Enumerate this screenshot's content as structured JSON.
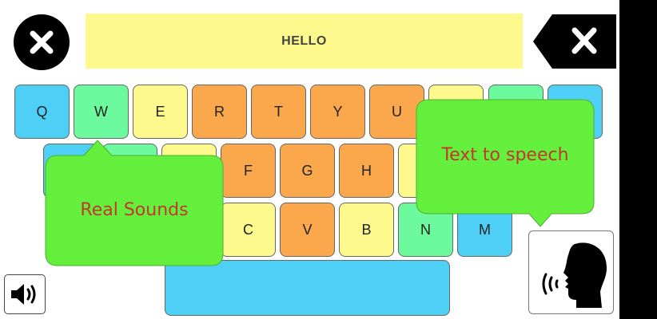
{
  "display": {
    "text": "HELLO"
  },
  "icons": {
    "clear": "close-circle-icon",
    "backspace": "backspace-icon",
    "sound": "speaker-icon",
    "speech": "speaking-head-icon"
  },
  "keyboard": {
    "row1": [
      {
        "label": "Q",
        "color": "#4dcff6"
      },
      {
        "label": "W",
        "color": "#6dfa9f"
      },
      {
        "label": "E",
        "color": "#fdf98c"
      },
      {
        "label": "R",
        "color": "#fba84d"
      },
      {
        "label": "T",
        "color": "#fba84d"
      },
      {
        "label": "Y",
        "color": "#fba84d"
      },
      {
        "label": "U",
        "color": "#fba84d"
      }
    ],
    "row2": [
      {
        "label": "F",
        "color": "#fba84d"
      },
      {
        "label": "G",
        "color": "#fba84d"
      },
      {
        "label": "H",
        "color": "#fba84d"
      }
    ],
    "row3": [
      {
        "label": "C",
        "color": "#fdf98c"
      },
      {
        "label": "V",
        "color": "#fba84d"
      },
      {
        "label": "B",
        "color": "#fdf98c"
      },
      {
        "label": "N",
        "color": "#6dfa9f"
      },
      {
        "label": "M",
        "color": "#4dcff6"
      }
    ]
  },
  "callouts": {
    "real_sounds": "Real Sounds",
    "text_to_speech": "Text to speech",
    "fill": "#64ef3c"
  }
}
